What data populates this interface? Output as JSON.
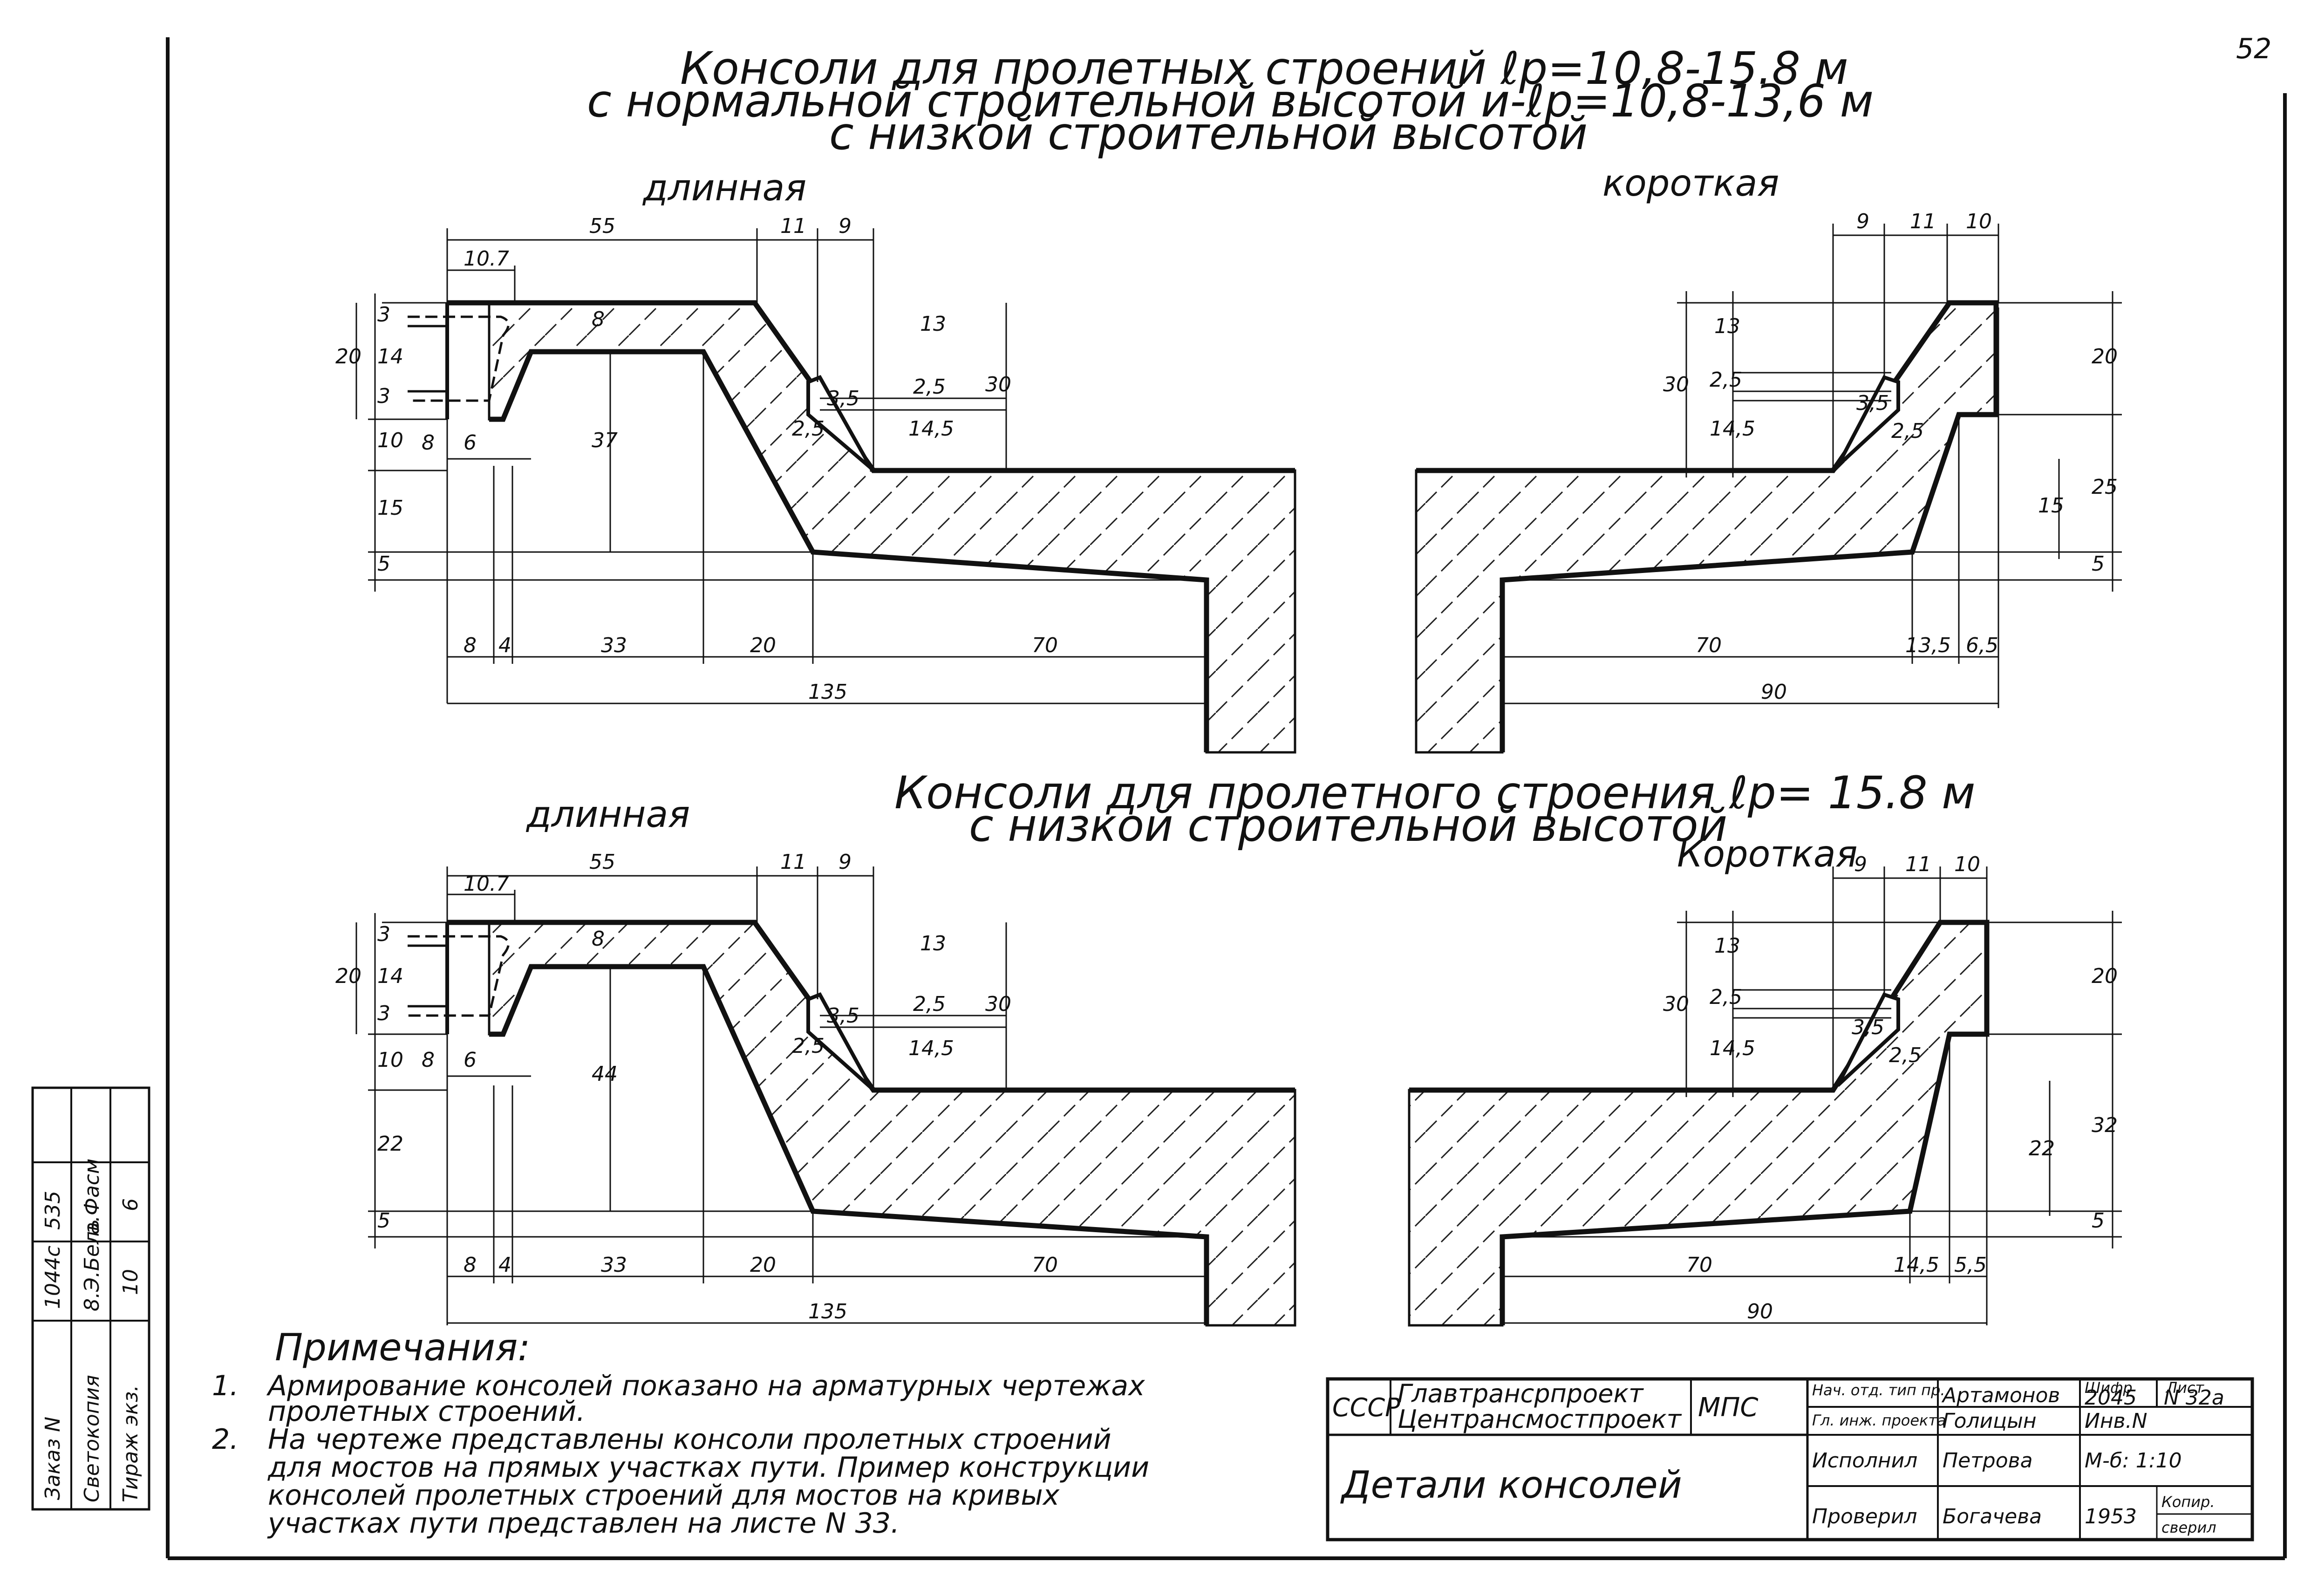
{
  "page_number": "52",
  "top": {
    "title_lines": [
      "Консоли для пролетных строений ℓр=10,8-15.8 м",
      "с нормальной строительной высотой и-ℓр=10,8-13,6 м",
      "с низкой строительной высотой"
    ],
    "long_label": "длинная",
    "short_label": "короткая",
    "long_dims": {
      "top": [
        "55",
        "11",
        "9"
      ],
      "d107": "10.7",
      "left": [
        "3",
        "14",
        "3",
        "10",
        "15",
        "5"
      ],
      "left_total": "20",
      "mid": [
        "8",
        "6"
      ],
      "inner": [
        "8",
        "37",
        "2,5",
        "3,5",
        "2,5",
        "13",
        "14,5",
        "30"
      ],
      "bottom": [
        "8",
        "4",
        "33",
        "20",
        "70"
      ],
      "total": "135"
    },
    "short_dims": {
      "top": [
        "9",
        "11",
        "10"
      ],
      "left": [
        "30",
        "14,5",
        "2,5",
        "13",
        "3,5",
        "2,5"
      ],
      "right": [
        "20",
        "25",
        "15",
        "5"
      ],
      "bottom": [
        "70",
        "13,5",
        "6,5"
      ],
      "total": "90"
    }
  },
  "bottom": {
    "title_lines": [
      "Консоли для пролетного строения ℓр= 15.8 м",
      "с низкой строительной высотой"
    ],
    "long_label": "длинная",
    "short_label": "Короткая",
    "long_dims": {
      "top": [
        "55",
        "11",
        "9"
      ],
      "d107": "10.7",
      "left": [
        "3",
        "14",
        "3",
        "10",
        "22",
        "5"
      ],
      "left_total": "20",
      "mid": [
        "8",
        "6"
      ],
      "inner": [
        "8",
        "44",
        "2,5",
        "3,5",
        "2,5",
        "13",
        "14,5",
        "30"
      ],
      "bottom": [
        "8",
        "4",
        "33",
        "20",
        "70"
      ],
      "total": "135"
    },
    "short_dims": {
      "top": [
        "9",
        "11",
        "10"
      ],
      "left": [
        "30",
        "14,5",
        "2,5",
        "13",
        "3,5",
        "2,5"
      ],
      "right": [
        "20",
        "32",
        "22",
        "5"
      ],
      "bottom": [
        "70",
        "14,5",
        "5,5"
      ],
      "total": "90"
    }
  },
  "notes": {
    "heading": "Примечания:",
    "items": [
      {
        "num": "1.",
        "lines": [
          "Армирование консолей показано на арматурных чертежах",
          "пролетных строений."
        ]
      },
      {
        "num": "2.",
        "lines": [
          "На чертеже представлены консоли пролетных строений",
          "для мостов на прямых участках пути. Пример конструкции",
          "консолей пролетных строений для мостов на кривых",
          "участках пути представлен на листе N 33."
        ]
      }
    ]
  },
  "stamp": {
    "rows": [
      [
        "Заказ N",
        "1044с",
        "535"
      ],
      [
        "Светокопия",
        "8.Э.Бель",
        "а.Фасм"
      ],
      [
        "Тираж экз.",
        "10",
        "6"
      ]
    ]
  },
  "title_block": {
    "ussr": "СССР",
    "org1": "Главтрансрпроект",
    "org2": "Центрансмостпроект",
    "ministry": "МПС",
    "title": "Детали консолей",
    "roles": [
      "Нач. отд. тип пр.",
      "Гл. инж. проекта",
      "Исполнил",
      "Проверил"
    ],
    "names": [
      "Артамонов",
      "Голицын",
      "Петрова",
      "Богачева"
    ],
    "code_label": "Шифр",
    "code": "2045",
    "sheet_label": "Лист",
    "sheet": "N 32а",
    "inv": "Инв.N",
    "scale": "М-б: 1:10",
    "year": "1953",
    "copy1": "Копир.",
    "copy2": "сверил"
  }
}
